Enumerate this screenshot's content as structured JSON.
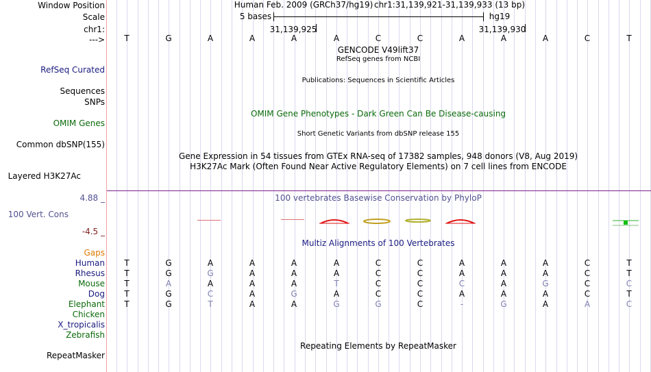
{
  "colors": {
    "navy": "#1a1a80",
    "green": "#0a6a0a",
    "orange": "#e07800",
    "purple": "#505090",
    "darkred": "#802020",
    "divider": "#7a208a"
  },
  "labels": {
    "window_position": "Window Position",
    "scale": "Scale",
    "chr": "chr1:",
    "arrow": "--->",
    "refseq": "RefSeq Curated",
    "sequences": "Sequences",
    "snps": "SNPs",
    "omim_genes": "OMIM Genes",
    "common_dbsnp": "Common dbSNP(155)",
    "layered": "Layered H3K27Ac",
    "cons_max": "4.88 _",
    "cons_name": "100 Vert. Cons",
    "cons_min": "-4.5 _",
    "gaps": "Gaps",
    "human": "Human",
    "rhesus": "Rhesus",
    "mouse": "Mouse",
    "dog": "Dog",
    "elephant": "Elephant",
    "chicken": "Chicken",
    "xtrop": "X_tropicalis",
    "zebrafish": "Zebrafish",
    "repeatmasker": "RepeatMasker"
  },
  "header": {
    "assembly": "Human Feb. 2009 (GRCh37/hg19)",
    "position": "chr1:31,139,921-31,139,933 (13 bp)",
    "scale_bases": "5 bases",
    "scale_db": "hg19",
    "coord_left": "31,139,925",
    "coord_right": "31,139,930"
  },
  "tracks": {
    "gencode": "GENCODE V49lift37",
    "refseq": "RefSeq genes from NCBI",
    "publications": "Publications: Sequences in Scientific Articles",
    "omim": "OMIM Gene Phenotypes - Dark Green Can Be Disease-causing",
    "dbsnp": "Short Genetic Variants from dbSNP release 155",
    "gtex": "Gene Expression in 54 tissues from GTEx RNA-seq of 17382 samples, 948 donors (V8, Aug 2019)",
    "h3k27ac": "H3K27Ac Mark (Often Found Near Active Regulatory Elements) on 7 cell lines from ENCODE",
    "phylop": "100 vertebrates Basewise Conservation by PhyloP",
    "multiz": "Multiz Alignments of 100 Vertebrates",
    "repeat": "Repeating Elements by RepeatMasker"
  },
  "sequence": [
    "T",
    "G",
    "A",
    "A",
    "A",
    "A",
    "C",
    "C",
    "A",
    "A",
    "A",
    "C",
    "T"
  ],
  "alignments": [
    {
      "species": "Human",
      "bases": [
        "T",
        "G",
        "A",
        "A",
        "A",
        "A",
        "C",
        "C",
        "A",
        "A",
        "A",
        "C",
        "T"
      ],
      "dim": [
        0,
        0,
        0,
        0,
        0,
        0,
        0,
        0,
        0,
        0,
        0,
        0,
        0
      ]
    },
    {
      "species": "Rhesus",
      "bases": [
        "T",
        "G",
        "G",
        "A",
        "A",
        "A",
        "C",
        "C",
        "A",
        "A",
        "A",
        "C",
        "T"
      ],
      "dim": [
        0,
        0,
        1,
        0,
        0,
        0,
        0,
        0,
        0,
        0,
        0,
        0,
        0
      ]
    },
    {
      "species": "Mouse",
      "bases": [
        "T",
        "A",
        "A",
        "A",
        "A",
        "T",
        "C",
        "C",
        "C",
        "A",
        "G",
        "C",
        "C"
      ],
      "dim": [
        0,
        1,
        0,
        0,
        0,
        1,
        0,
        0,
        1,
        0,
        1,
        0,
        1
      ]
    },
    {
      "species": "Dog",
      "bases": [
        "T",
        "G",
        "C",
        "A",
        "G",
        "A",
        "C",
        "C",
        "A",
        "A",
        "A",
        "C",
        "T"
      ],
      "dim": [
        0,
        0,
        1,
        0,
        1,
        0,
        0,
        0,
        0,
        0,
        0,
        0,
        0
      ]
    },
    {
      "species": "Elephant",
      "bases": [
        "T",
        "G",
        "T",
        "A",
        "A",
        "G",
        "G",
        "C",
        "-",
        "G",
        "A",
        "A",
        "C"
      ],
      "dim": [
        0,
        0,
        1,
        0,
        0,
        1,
        1,
        0,
        1,
        1,
        0,
        1,
        1
      ]
    }
  ]
}
